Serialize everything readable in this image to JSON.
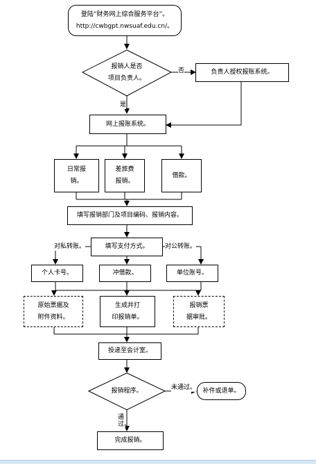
{
  "start": {
    "line1": "登陆“财务网上综合服务平台”。",
    "line2": "http://cwbgpt.nwsuaf.edu.cn/。"
  },
  "decision_leader": {
    "line1": "报销人是否",
    "line2": "项目负责人。"
  },
  "authorize": "负责人授权报账系统。",
  "label_no": "否",
  "label_yes": "是",
  "online_system": "网上报账系统。",
  "types": [
    {
      "line1": "日常报",
      "line2": "销。"
    },
    {
      "line1": "差旅费",
      "line2": "报销。"
    },
    {
      "line1": "借款。",
      "line2": ""
    }
  ],
  "fill_dept": "填写报销部门及项目编码、报销内容。",
  "to_private": "对私转账。",
  "pay_method": "填写支付方式。",
  "to_public": "对公转账。",
  "payees": [
    "个人卡号。",
    "冲借款。",
    "单位账号。"
  ],
  "docs": [
    {
      "line1": "原始票据及",
      "line2": "附件资料。"
    },
    {
      "line1": "生成并打",
      "line2": "印报销单。"
    },
    {
      "line1": "报销票",
      "line2": "据审批。"
    }
  ],
  "deliver": "投递至会计室。",
  "decision_review": "报销程序。",
  "label_fail": "未通过。",
  "supplement": "补件或退单。",
  "label_pass": "通过。",
  "complete": "完成报销。",
  "colors": {
    "line": "#000000",
    "bottom_bar": "#d6e6f5"
  }
}
